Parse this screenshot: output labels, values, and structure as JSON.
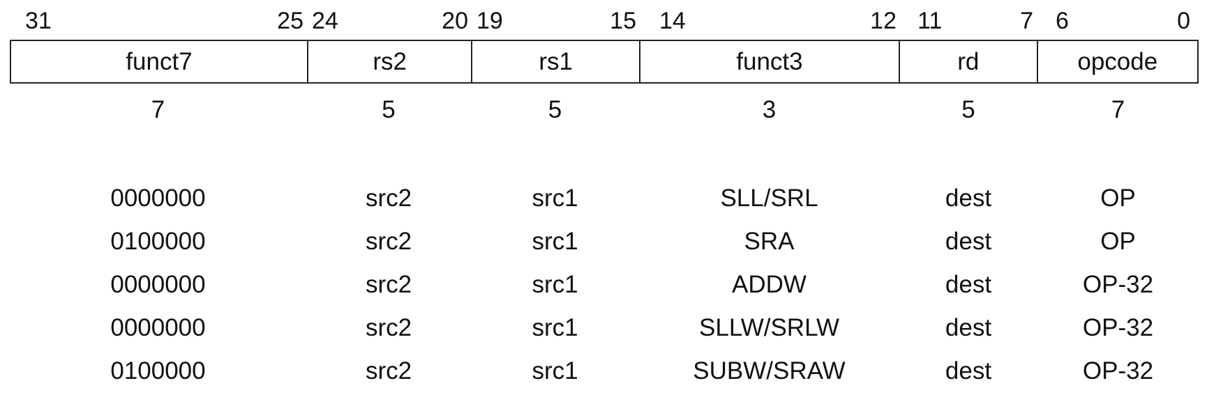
{
  "bit_positions": [
    {
      "high": "31",
      "low": "25"
    },
    {
      "high": "24",
      "low": "20"
    },
    {
      "high": "19",
      "low": "15"
    },
    {
      "high": "14",
      "low": "12"
    },
    {
      "high": "11",
      "low": "7"
    },
    {
      "high": "6",
      "low": "0"
    }
  ],
  "fields": [
    "funct7",
    "rs2",
    "rs1",
    "funct3",
    "rd",
    "opcode"
  ],
  "widths": [
    "7",
    "5",
    "5",
    "3",
    "5",
    "7"
  ],
  "encodings": [
    [
      "0000000",
      "src2",
      "src1",
      "SLL/SRL",
      "dest",
      "OP"
    ],
    [
      "0100000",
      "src2",
      "src1",
      "SRA",
      "dest",
      "OP"
    ],
    [
      "0000000",
      "src2",
      "src1",
      "ADDW",
      "dest",
      "OP-32"
    ],
    [
      "0000000",
      "src2",
      "src1",
      "SLLW/SRLW",
      "dest",
      "OP-32"
    ],
    [
      "0100000",
      "src2",
      "src1",
      "SUBW/SRAW",
      "dest",
      "OP-32"
    ]
  ]
}
